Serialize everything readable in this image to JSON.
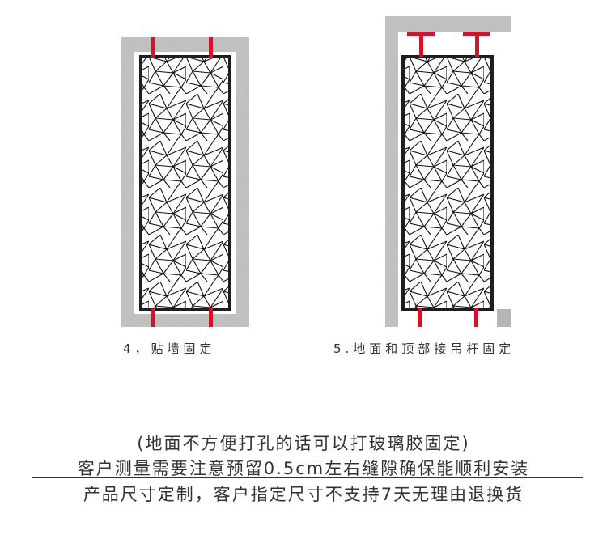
{
  "panels": [
    {
      "caption": "4，贴墙固定"
    },
    {
      "caption": "5.地面和顶部接吊杆固定"
    }
  ],
  "notes": {
    "line1": "(地面不方便打孔的话可以打玻璃胶固定)",
    "line2": "客户测量需要注意预留0.5cm左右缝隙确保能顺利安装",
    "line3": "产品尺寸定制，客户指定尺寸不支持7天无理由退换货"
  },
  "colors": {
    "wall": "#a9a9a9",
    "frame": "#1e1e1e",
    "rod": "#d0142c",
    "background": "#ffffff"
  }
}
